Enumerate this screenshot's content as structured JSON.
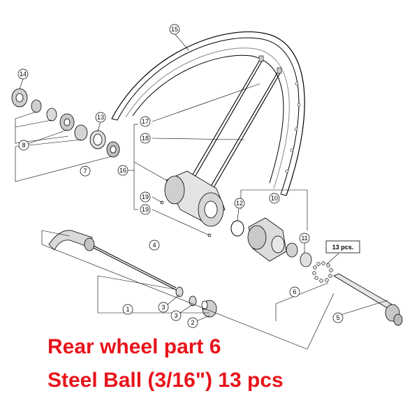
{
  "callouts": {
    "c1": "1",
    "c2": "2",
    "c3a": "3",
    "c3b": "3",
    "c4": "4",
    "c5": "5",
    "c6": "6",
    "c7": "7",
    "c8": "8",
    "c10": "10",
    "c11": "11",
    "c12": "12",
    "c13": "13",
    "c14": "14",
    "c15": "15",
    "c16": "16",
    "c17": "17",
    "c18": "18",
    "c19a": "19",
    "c19b": "19"
  },
  "qty_label": "13 pcs.",
  "caption": {
    "line1": "Rear wheel part 6",
    "line2": "Steel Ball (3/16\") 13 pcs"
  },
  "colors": {
    "caption": "#e8141b",
    "lines": "#000000",
    "parts_fill": "#d8d8d8"
  }
}
